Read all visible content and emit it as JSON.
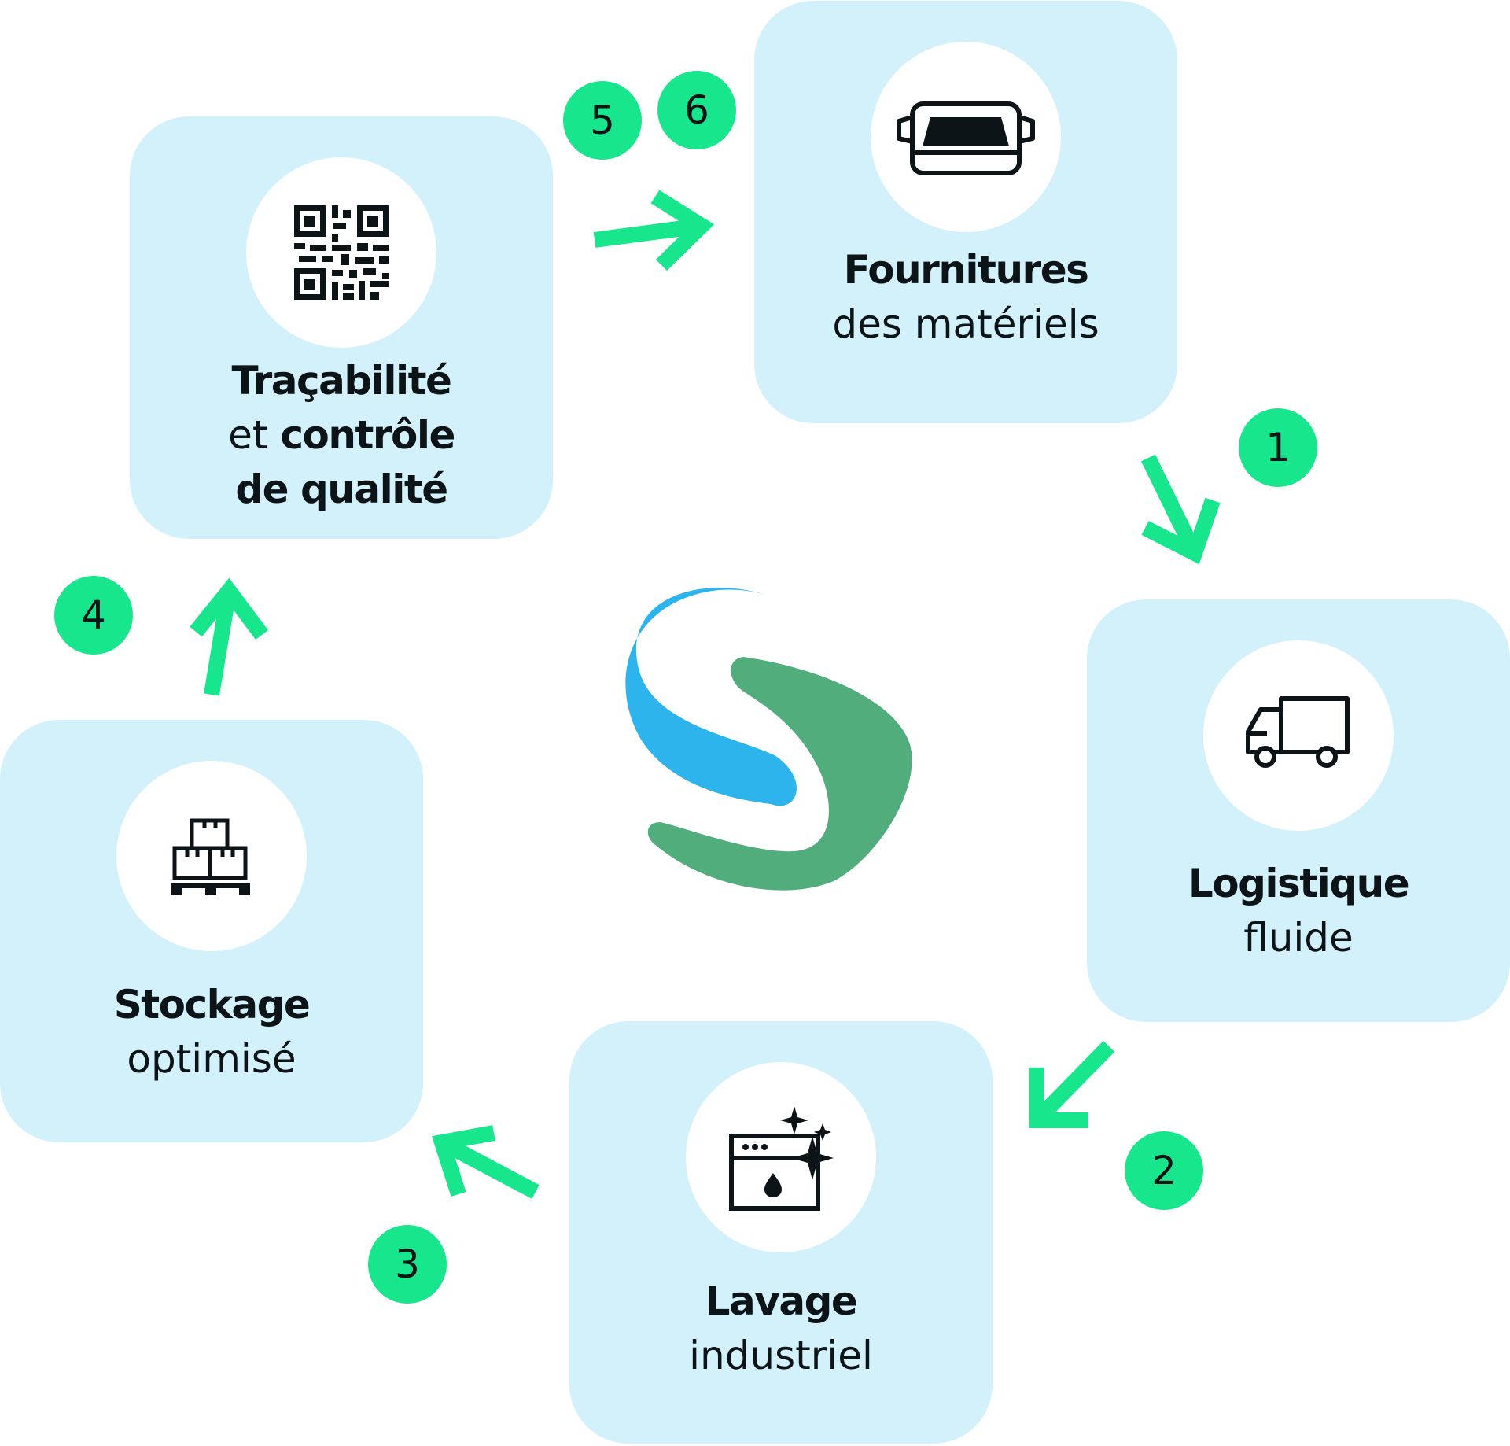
{
  "colors": {
    "card_bg": "#d3f1fb",
    "badge": "#17e68c",
    "arrow": "#17e68c",
    "logo_blue": "#2eb4ec",
    "logo_green": "#52ad7d"
  },
  "steps": {
    "fournitures": {
      "bold": "Fournitures",
      "normal": "des matériels",
      "icon": "roasting-tray-icon"
    },
    "logistique": {
      "bold": "Logistique",
      "normal": "fluide",
      "icon": "truck-icon"
    },
    "lavage": {
      "bold": "Lavage",
      "normal": "industriel",
      "icon": "washing-machine-sparkle-icon"
    },
    "stockage": {
      "bold": "Stockage",
      "normal": "optimisé",
      "icon": "stacked-boxes-pallet-icon"
    },
    "tracabilite": {
      "bold1": "Traçabilité",
      "normal": "et ",
      "bold2": "contrôle",
      "bold3": "de qualité",
      "icon": "qr-code-icon"
    }
  },
  "badges": {
    "b1": "1",
    "b2": "2",
    "b3": "3",
    "b4": "4",
    "b5": "5",
    "b6": "6"
  },
  "logo": {
    "icon": "s-swoosh-logo"
  }
}
